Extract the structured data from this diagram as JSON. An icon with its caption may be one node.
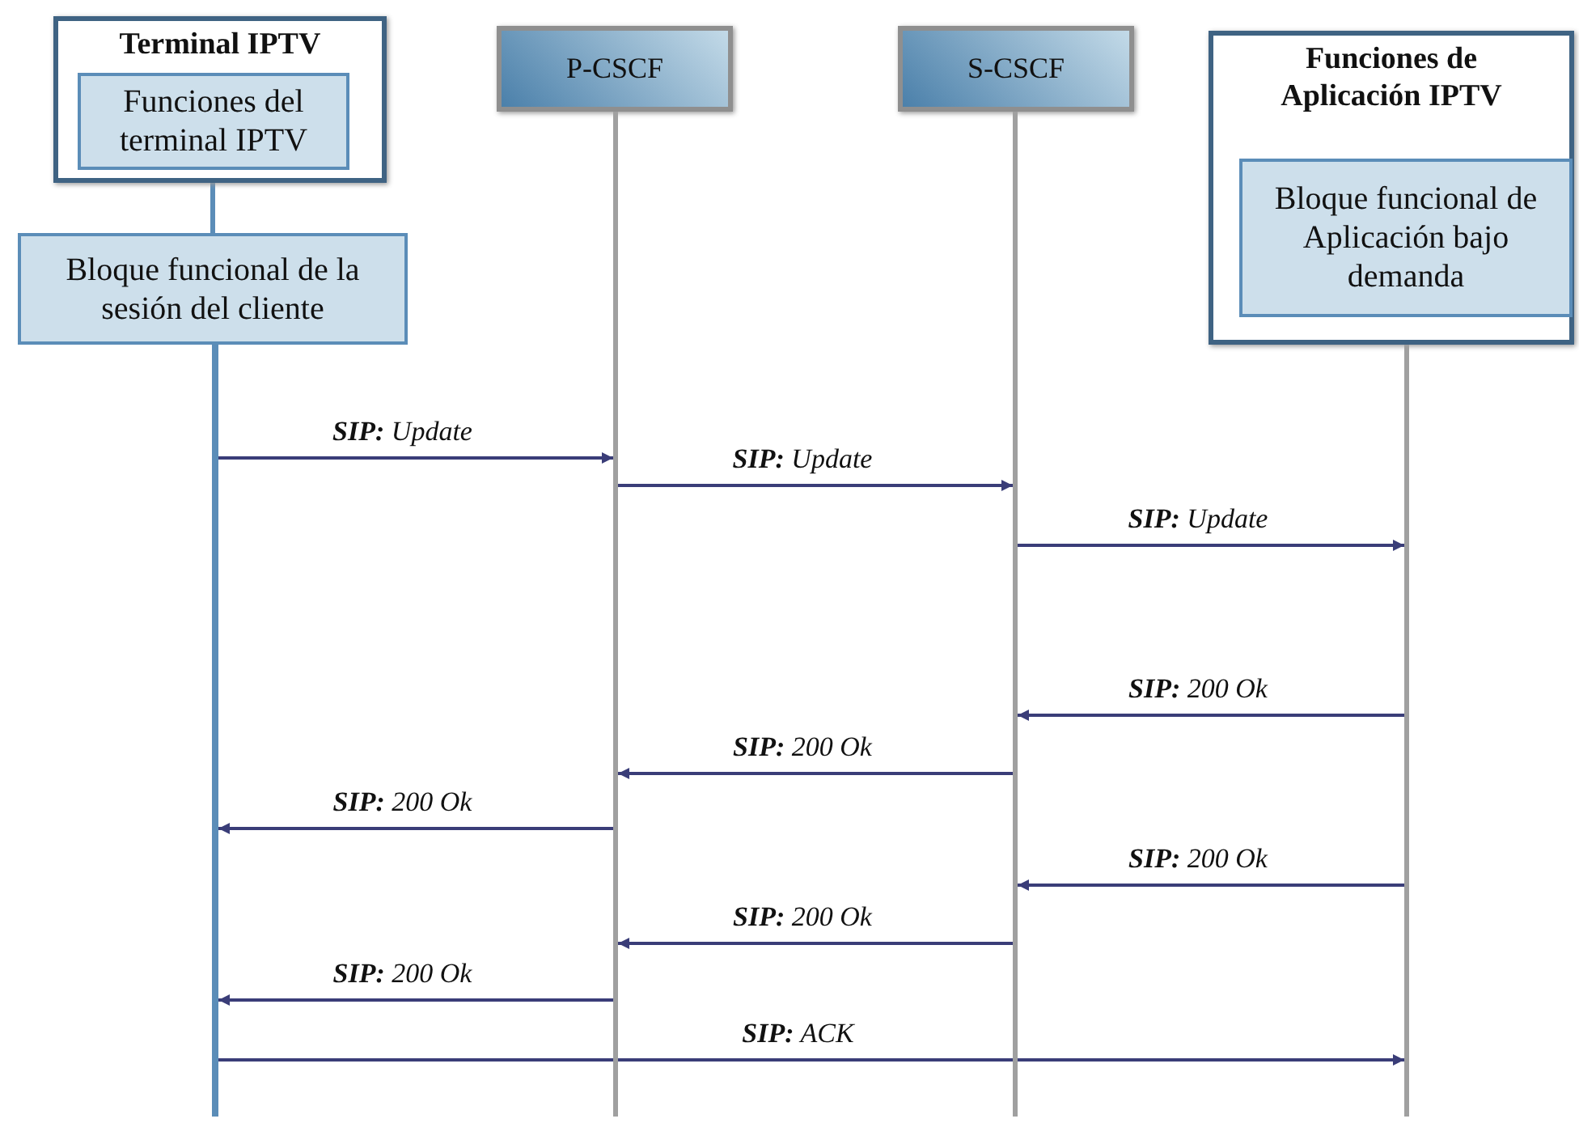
{
  "diagram": {
    "nodes": [
      {
        "text": [
          "Terminal IPTV"
        ]
      },
      {
        "text": [
          "Funciones del terminal IPTV"
        ],
        "in": 0
      },
      {
        "text": [
          "Bloque funcional de la sesión del cliente"
        ]
      },
      {
        "text": [
          "P-CSCF"
        ]
      },
      {
        "text": [
          "S-CSCF"
        ]
      },
      {
        "text": [
          "Funciones de Aplicación IPTV"
        ]
      },
      {
        "text": [
          "Bloque funcional de Aplicación bajo demanda"
        ],
        "in": 5
      },
      {
        "text": [],
        "shape": "line"
      },
      {
        "text": [],
        "shape": "line"
      },
      {
        "text": [],
        "shape": "line"
      },
      {
        "text": [],
        "shape": "line"
      }
    ],
    "edges": [
      {
        "from": 1,
        "to": 2,
        "arrow": "none",
        "color": "#5b8db8"
      },
      {
        "from": 7,
        "to": 8,
        "arrow": "to",
        "label": "**SIP:** Update"
      },
      {
        "from": 8,
        "to": 9,
        "arrow": "to",
        "label": "**SIP:** Update"
      },
      {
        "from": 9,
        "to": 10,
        "arrow": "to",
        "label": "**SIP:** Update"
      },
      {
        "from": 10,
        "to": 9,
        "arrow": "to",
        "label": "**SIP:** 200 Ok"
      },
      {
        "from": 9,
        "to": 8,
        "arrow": "to",
        "label": "**SIP:** 200 Ok"
      },
      {
        "from": 8,
        "to": 7,
        "arrow": "to",
        "label": "**SIP:** 200 Ok"
      },
      {
        "from": 10,
        "to": 9,
        "arrow": "to",
        "label": "**SIP:** 200 Ok"
      },
      {
        "from": 9,
        "to": 8,
        "arrow": "to",
        "label": "**SIP:** 200 Ok"
      },
      {
        "from": 8,
        "to": 7,
        "arrow": "to",
        "label": "**SIP:** 200 Ok"
      },
      {
        "from": 7,
        "to": 10,
        "arrow": "to",
        "label": "**SIP:** ACK"
      }
    ]
  }
}
